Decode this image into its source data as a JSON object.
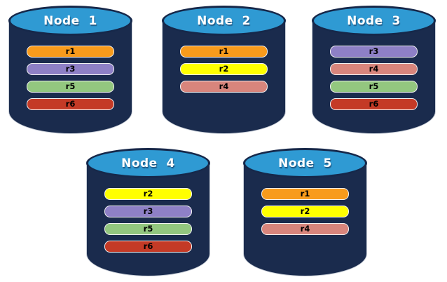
{
  "canvas": {
    "background": "#FFFFFF"
  },
  "cylinder": {
    "body_color": "#1A2B4D",
    "top_color": "#2F9AD3",
    "top_border_color": "#16284A",
    "outline_color": "#C9CFD8",
    "label_color": "#FFFFFF"
  },
  "bar": {
    "text_color": "#000000",
    "border_color": "#F2F2F2"
  },
  "replica_colors": {
    "r1": "#F89B1C",
    "r2": "#FFFF00",
    "r3": "#8E80C6",
    "r4": "#D8857C",
    "r5": "#93C77F",
    "r6": "#C43A26"
  },
  "nodes": [
    {
      "label": "Node  1",
      "replicas": [
        "r1",
        "r3",
        "r5",
        "r6"
      ]
    },
    {
      "label": "Node  2",
      "replicas": [
        "r1",
        "r2",
        "r4"
      ]
    },
    {
      "label": "Node  3",
      "replicas": [
        "r3",
        "r4",
        "r5",
        "r6"
      ]
    },
    {
      "label": "Node  4",
      "replicas": [
        "r2",
        "r3",
        "r5",
        "r6"
      ]
    },
    {
      "label": "Node  5",
      "replicas": [
        "r1",
        "r2",
        "r4"
      ]
    }
  ]
}
